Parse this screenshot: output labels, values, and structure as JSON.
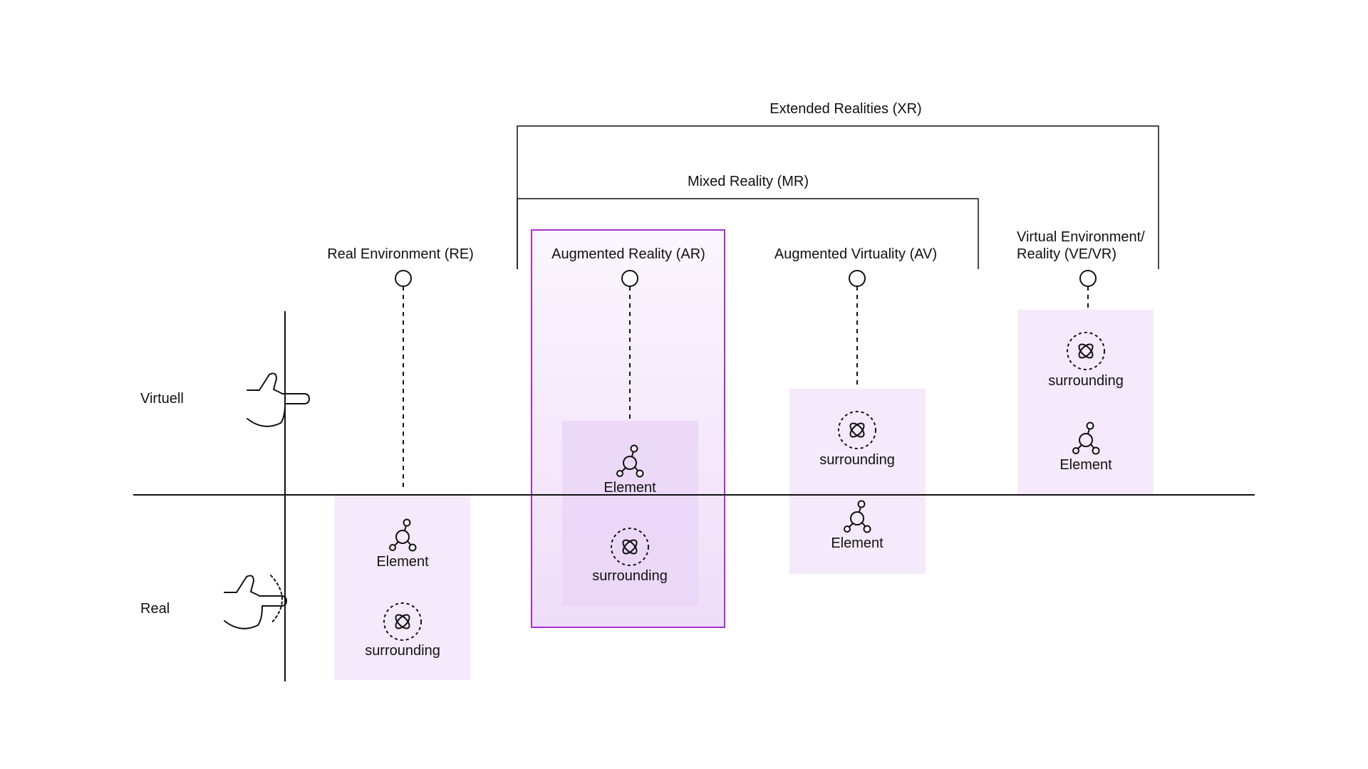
{
  "colors": {
    "line": "#111111",
    "box_fill": "#f5eafb",
    "box_fill_dark": "#ead6f7",
    "highlight_border": "#a52fd0",
    "highlight_fill_top": "#fbf6fe",
    "highlight_fill_bottom": "#efdef8"
  },
  "brackets": {
    "xr": "Extended Realities (XR)",
    "mr": "Mixed Reality (MR)"
  },
  "axis": {
    "virtual_label": "Virtuell",
    "real_label": "Real"
  },
  "columns": {
    "re": {
      "title": "Real Environment (RE)",
      "element": "Element",
      "surrounding": "surrounding"
    },
    "ar": {
      "title": "Augmented Reality (AR)",
      "element": "Element",
      "surrounding": "surrounding"
    },
    "av": {
      "title": "Augmented Virtuality (AV)",
      "element": "Element",
      "surrounding": "surrounding"
    },
    "ve": {
      "title_line1": "Virtual Environment/",
      "title_line2": "Reality (VE/VR)",
      "element": "Element",
      "surrounding": "surrounding"
    }
  },
  "icons": {
    "element": "element-node-icon",
    "surrounding": "surrounding-orbit-icon",
    "hand_virtual": "hand-pointing-icon",
    "hand_real": "hand-touching-icon",
    "pin": "pin-circle-icon"
  }
}
